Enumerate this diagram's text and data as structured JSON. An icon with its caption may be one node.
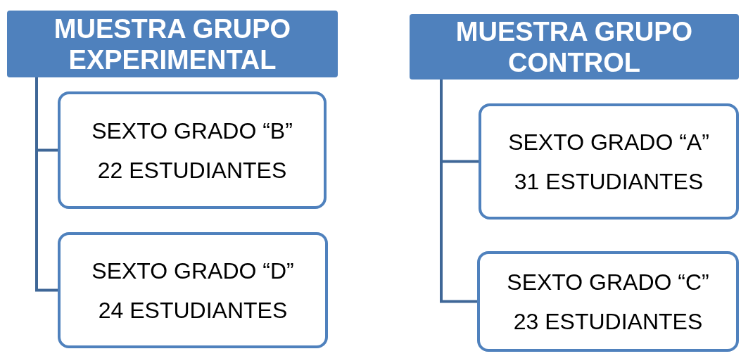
{
  "diagram": {
    "nodes": [
      {
        "text": [
          "MUESTRA GRUPO EXPERIMENTAL"
        ]
      },
      {
        "text": [
          "SEXTO GRADO “B”",
          "22 ESTUDIANTES"
        ]
      },
      {
        "text": [
          "SEXTO GRADO “D”",
          "24 ESTUDIANTES"
        ]
      },
      {
        "text": [
          "MUESTRA GRUPO CONTROL"
        ]
      },
      {
        "text": [
          "SEXTO GRADO “A”",
          "31 ESTUDIANTES"
        ]
      },
      {
        "text": [
          "SEXTO GRADO “C”",
          "23 ESTUDIANTES"
        ]
      }
    ],
    "edges": [
      {
        "from": 0,
        "to": 1,
        "arrow": "none"
      },
      {
        "from": 0,
        "to": 2,
        "arrow": "none"
      },
      {
        "from": 3,
        "to": 4,
        "arrow": "none"
      },
      {
        "from": 3,
        "to": 5,
        "arrow": "none"
      }
    ]
  }
}
